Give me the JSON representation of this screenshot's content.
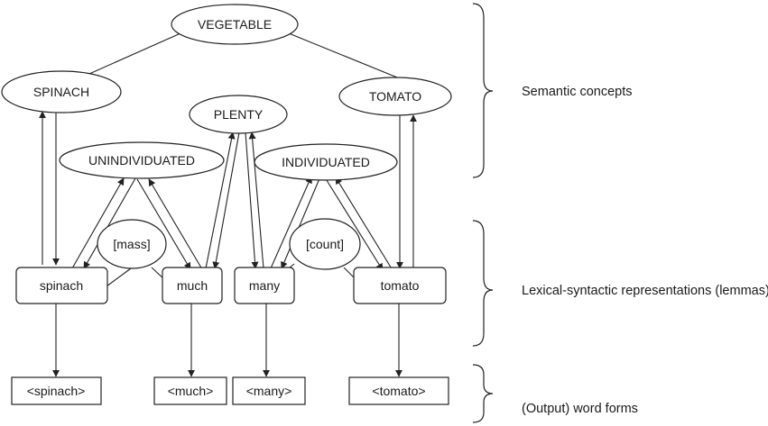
{
  "concepts": {
    "vegetable": "VEGETABLE",
    "spinach": "SPINACH",
    "tomato": "TOMATO",
    "plenty": "PLENTY",
    "unindividuated": "UNINDIVIDUATED",
    "individuated": "INDIVIDUATED"
  },
  "features": {
    "mass": "[mass]",
    "count": "[count]"
  },
  "lemmas": {
    "spinach": "spinach",
    "much": "much",
    "many": "many",
    "tomato": "tomato"
  },
  "word_forms": {
    "spinach": "<spinach>",
    "much": "<much>",
    "many": "<many>",
    "tomato": "<tomato>"
  },
  "levels": {
    "semantic": "Semantic concepts",
    "lexical": "Lexical-syntactic representations (lemmas)",
    "output": "(Output) word forms"
  }
}
